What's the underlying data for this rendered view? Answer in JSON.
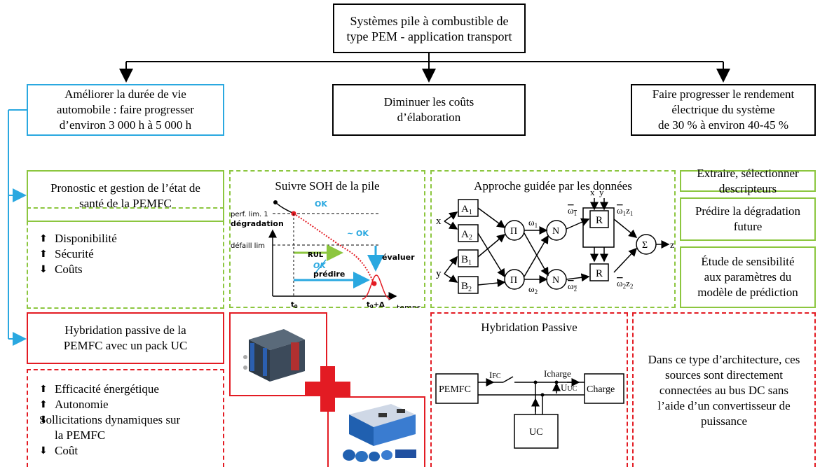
{
  "top": {
    "title": "Systèmes pile à combustible de\ntype PEM - application transport"
  },
  "objectives": [
    {
      "text": "Améliorer la durée de vie\nautomobile : faire progresser\nd’environ 3 000 h à 5 000 h"
    },
    {
      "text": "Diminuer les coûts\nd’élaboration"
    },
    {
      "text": "Faire progresser le rendement\nélectrique du système\nde 30 % à environ 40-45 %"
    }
  ],
  "prognostic": {
    "title": "Pronostic et gestion de l’état de\nsanté de la PEMFC",
    "benefits": [
      {
        "dir": "up",
        "label": "Disponibilité"
      },
      {
        "dir": "up",
        "label": "Sécurité"
      },
      {
        "dir": "down",
        "label": "Coûts"
      }
    ]
  },
  "soh": {
    "title": "Suivre SOH de la pile",
    "ylabel": "dégradation",
    "xlabel": "temps",
    "perf": "perf. lim. 1",
    "defaill": "défaill lim",
    "ok1": "OK",
    "ok2": "~ OK",
    "ok3": "OK",
    "rul": "RUL",
    "evaluer": "évaluer",
    "predire": "prédire",
    "t0": "t",
    "t0sub": "0",
    "t1": "t",
    "t1sub": "0",
    "t1suf": "+Δ"
  },
  "anfis": {
    "title": "Approche guidée par les données",
    "x": "x",
    "y": "y",
    "z": "z",
    "a1": "A",
    "a2": "A",
    "b1": "B",
    "b2": "B",
    "s1": "1",
    "s2": "2",
    "pi": "Π",
    "n": "N",
    "r": "R",
    "sigma": "Σ",
    "w": "ω",
    "xy": "x  y",
    "zlabel": "z"
  },
  "steps": [
    {
      "text": "Extraire, sélectionner\ndescripteurs"
    },
    {
      "text": "Prédire la dégradation\nfuture"
    },
    {
      "text": "Étude de sensibilité\naux paramètres du\nmodèle de prédiction"
    }
  ],
  "hybrid": {
    "title": "Hybridation passive de la\nPEMFC avec un pack UC",
    "benefits": [
      {
        "dir": "up",
        "label": "Efficacité énergétique"
      },
      {
        "dir": "up",
        "label": "Autonomie"
      },
      {
        "dir": "down",
        "label": "Sollicitations dynamiques sur\nla PEMFC"
      },
      {
        "dir": "down",
        "label": "Coût"
      }
    ]
  },
  "circuit": {
    "title": "Hybridation Passive",
    "pemfc": "PEMFC",
    "charge": "Charge",
    "uc": "UC",
    "ifc": "I",
    "ifc_sub": "FC",
    "icharge": "Icharge",
    "uuc": "U",
    "uuc_sub": "UC"
  },
  "arch": {
    "text": "Dans ce type d’architecture, ces\nsources sont directement\nconnectées au bus DC sans\nl’aide d’un convertisseur de\npuissance"
  },
  "colors": {
    "blue": "#2aa8e0",
    "green": "#8cc63f",
    "red": "#e31b23"
  }
}
